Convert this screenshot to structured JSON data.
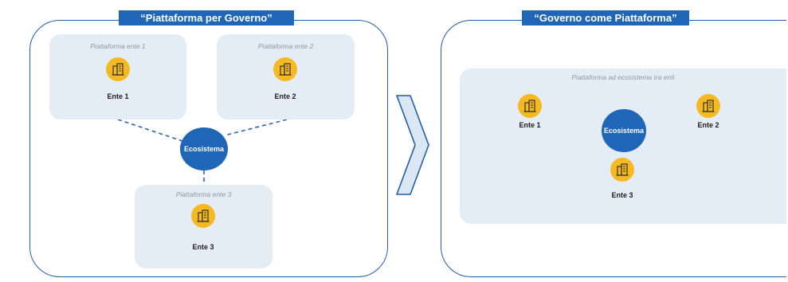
{
  "left": {
    "title": "“Piattaforma per Governo”",
    "platforms": [
      {
        "label": "Piattaforma ente 1",
        "entity": "Ente 1"
      },
      {
        "label": "Piattaforma ente 2",
        "entity": "Ente 2"
      },
      {
        "label": "Piattaforma ente 3",
        "entity": "Ente 3"
      }
    ],
    "hub": "Ecosistema"
  },
  "right": {
    "title": "“Governo come Piattaforma”",
    "platform_label": "Piattaforma ad ecosistema tra enti",
    "entities": [
      "Ente 1",
      "Ente 2",
      "Ente 3"
    ],
    "hub": "Ecosistema"
  },
  "colors": {
    "primary_blue": "#1f66b9",
    "panel_bg": "#e4ecf5",
    "icon_yellow": "#f6b921"
  },
  "icons": {
    "entity": "building-icon",
    "transition": "chevron-right-icon"
  }
}
